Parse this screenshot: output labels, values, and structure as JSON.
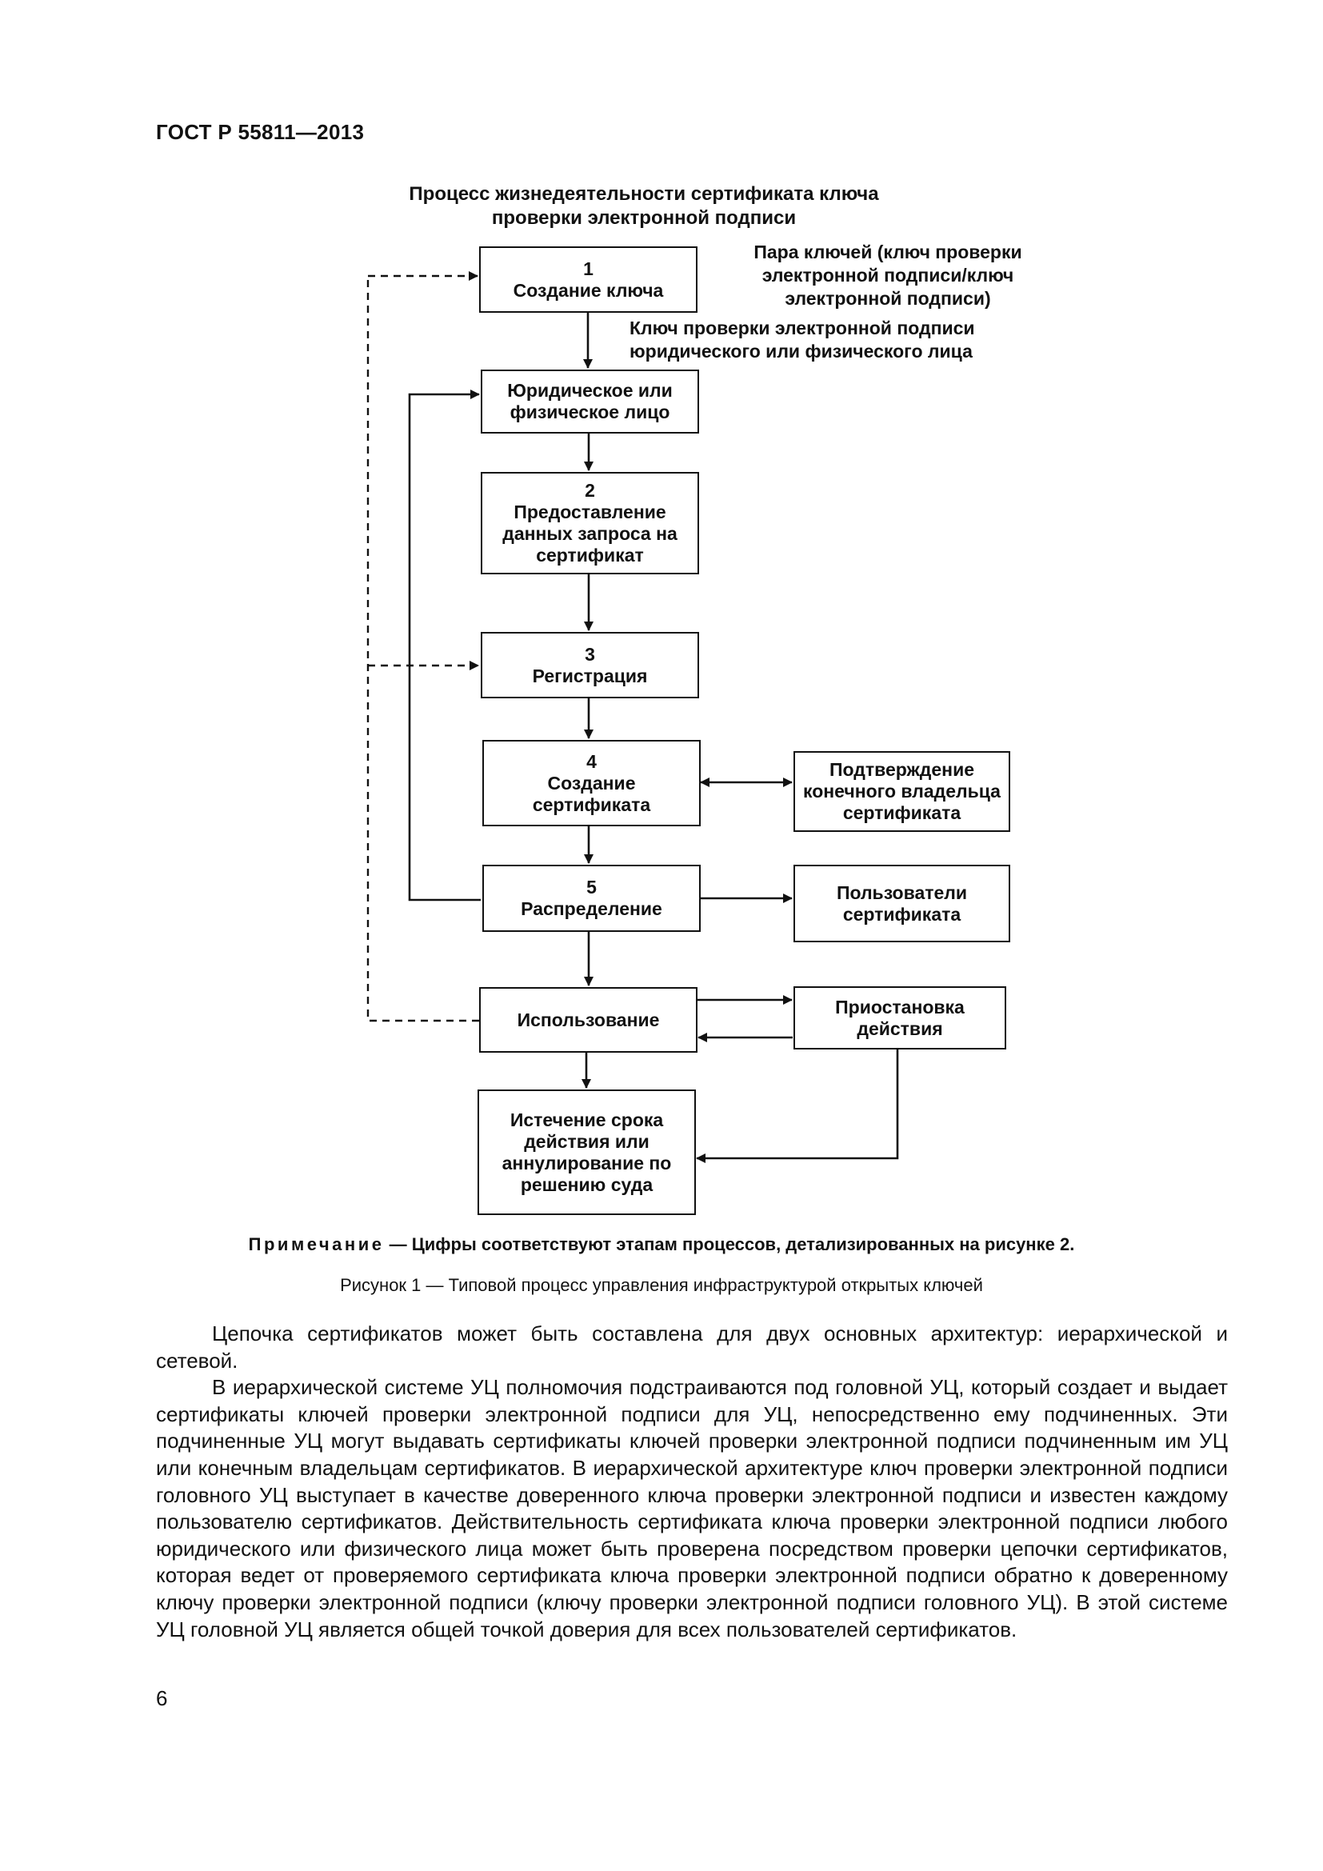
{
  "header": {
    "standard": "ГОСТ Р 55811—2013"
  },
  "diagram": {
    "title": "Процесс жизнедеятельности сертификата ключа\nпроверки электронной подписи",
    "boxes": {
      "key_creation": {
        "num": "1",
        "text": "Создание ключа"
      },
      "legal_entity": {
        "num": "",
        "text": "Юридическое или\nфизическое лицо"
      },
      "request_data": {
        "num": "2",
        "text": "Предоставление\nданных запроса на\nсертификат"
      },
      "registration": {
        "num": "3",
        "text": "Регистрация"
      },
      "cert_creation": {
        "num": "4",
        "text": "Создание\nсертификата"
      },
      "distribution": {
        "num": "5",
        "text": "Распределение"
      },
      "usage": {
        "num": "",
        "text": "Использование"
      },
      "expiry": {
        "num": "",
        "text": "Истечение срока\nдействия или\nаннулирование по\nрешению суда"
      },
      "owner_confirmation": {
        "num": "",
        "text": "Подтверждение\nконечного владельца\nсертификата"
      },
      "cert_users": {
        "num": "",
        "text": "Пользователи\nсертификата"
      },
      "suspension": {
        "num": "",
        "text": "Приостановка\nдействия"
      }
    },
    "labels": {
      "key_pair": "Пара ключей (ключ проверки\nэлектронной подписи/ключ\nэлектронной подписи)",
      "verification_key": "Ключ проверки электронной подписи\nюридического или физического лица"
    }
  },
  "note": {
    "word": "Примечание",
    "text": " — Цифры соответствуют этапам процессов, детализированных на рисунке 2."
  },
  "caption": "Рисунок 1 — Типовой процесс управления инфраструктурой открытых ключей",
  "body": {
    "paragraphs": [
      "Цепочка сертификатов может быть составлена для двух основных архитектур: иерархической и сетевой.",
      "В иерархической системе УЦ полномочия подстраиваются под головной УЦ, который создает и выдает сертификаты ключей проверки электронной подписи для УЦ, непосредственно ему подчиненных. Эти подчиненные УЦ могут выдавать сертификаты ключей проверки электронной подписи подчиненным им УЦ или конечным владельцам сертификатов. В иерархической архитектуре ключ проверки электронной подписи головного УЦ выступает в качестве доверенного ключа проверки электронной подписи и известен каждому пользователю сертификатов. Действительность сертификата ключа проверки электронной подписи любого юридического или физического лица может быть проверена посредством проверки цепочки сертификатов, которая ведет от проверяемого сертификата ключа проверки электронной подписи обратно к доверенному ключу проверки электронной подписи (ключу проверки электронной подписи головного УЦ). В этой системе УЦ головной УЦ является общей точкой доверия для всех пользователей сертификатов."
    ]
  },
  "page_number": "6"
}
